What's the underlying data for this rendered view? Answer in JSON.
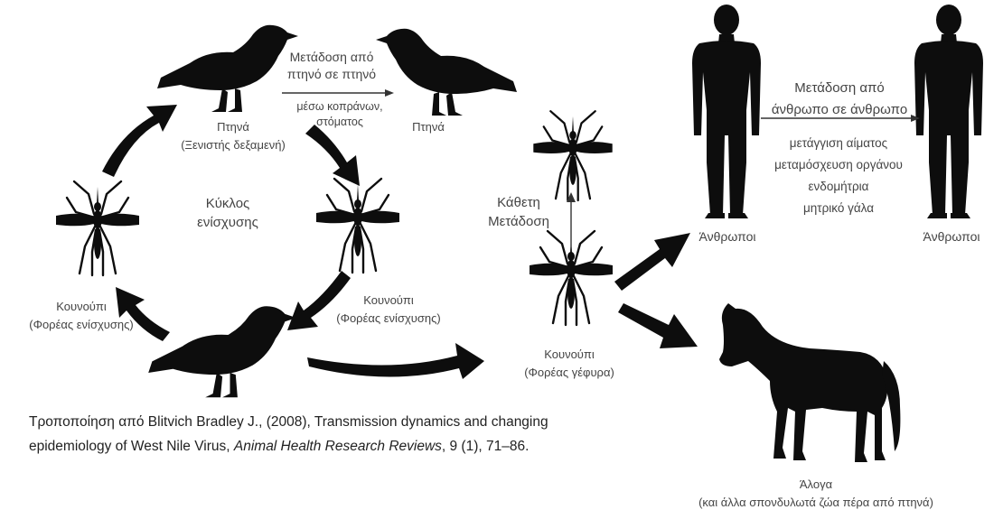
{
  "labels": {
    "bird_bird_title": "Μετάδοση από\nπτηνό σε πτηνό",
    "bird_bird_means": "μέσω κοπράνων,\nστόματος",
    "reservoir_bird": "Πτηνά\n(Ξενιστής δεξαμενή)",
    "birds_right": "Πτηνά",
    "cycle": "Κύκλος\nενίσχυσης",
    "mosq_left": "Κουνούπι\n(Φορέας ενίσχυσης)",
    "mosq_right": "Κουνούπι\n(Φορέας ενίσχυσης)",
    "vertical": "Κάθετη\nΜετάδοση",
    "bridge": "Κουνούπι\n(Φορέας γέφυρα)",
    "human_left": "Άνθρωποι",
    "human_right": "Άνθρωποι",
    "human_human_title": "Μετάδοση από\nάνθρωπο σε άνθρωπο",
    "human_means": "μετάγγιση αίματος\nμεταμόσχευση οργάνου\nενδομήτρια\nμητρικό γάλα",
    "horses": "Άλογα",
    "horses_note": "(και άλλα σπονδυλωτά ζώα πέρα από πτηνά)"
  },
  "citation": {
    "line1": "Τροποποίηση  από Blitvich Bradley J., (2008), Transmission dynamics and changing",
    "line2_pre": "epidemiology of West Nile Virus, ",
    "line2_journal": "Animal Health Research Reviews",
    "line2_post": ", 9 (1), 71–86."
  },
  "colors": {
    "silhouette": "#0d0d0d",
    "text": "#444444"
  }
}
